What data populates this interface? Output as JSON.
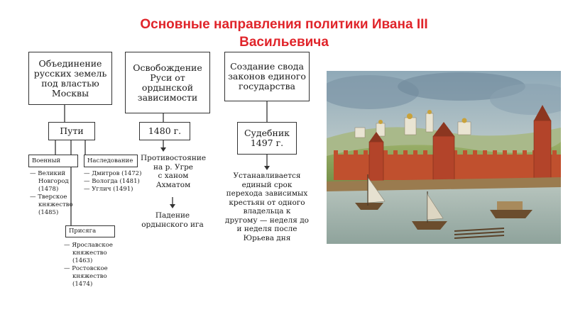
{
  "title": {
    "line1": "Основные направления политики Ивана III",
    "line2": "Васильевича"
  },
  "columns": [
    {
      "header": [
        "Объединение",
        "русских земель",
        "под властью",
        "Москвы"
      ],
      "mid": [
        "Пути"
      ],
      "branches": [
        {
          "label": "Военный",
          "items": [
            "— Великий",
            "Новгород",
            "(1478)",
            "— Тверское",
            "княжество",
            "(1485)"
          ]
        },
        {
          "label": "Наследование",
          "items": [
            "— Дмитров (1472)",
            "— Вологда (1481)",
            "— Углич (1491)"
          ]
        },
        {
          "label": "Присяга",
          "items": [
            "— Ярославское",
            "княжество",
            "(1463)",
            "— Ростовское",
            "княжество",
            "(1474)"
          ]
        }
      ]
    },
    {
      "header": [
        "Освобождение",
        "Руси от",
        "ордынской",
        "зависимости"
      ],
      "mid": [
        "1480 г."
      ],
      "text1": [
        "Противостояние",
        "на р. Угре",
        "с ханом",
        "Ахматом"
      ],
      "text2": [
        "Падение",
        "ордынского ига"
      ]
    },
    {
      "header": [
        "Создание свода",
        "законов единого",
        "государства"
      ],
      "mid": [
        "Судебник",
        "1497 г."
      ],
      "text1": [
        "Устанавливается",
        "единый срок",
        "перехода зависимых",
        "крестьян от одного",
        "владельца к",
        "другому — неделя до",
        "и неделя после",
        "Юрьева дня"
      ]
    }
  ],
  "colors": {
    "title": "#e0242a",
    "line": "#333333"
  }
}
